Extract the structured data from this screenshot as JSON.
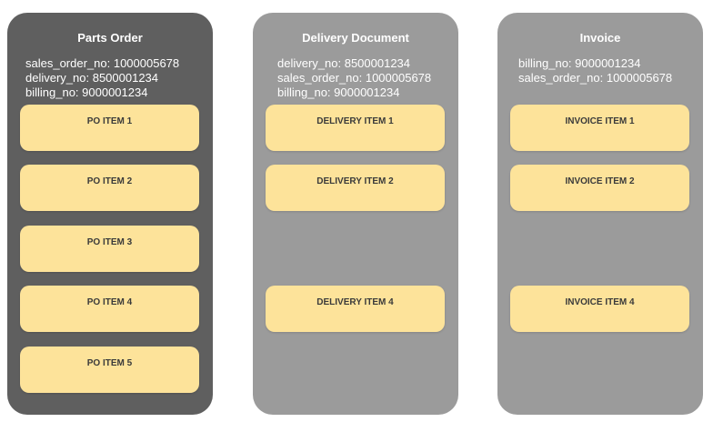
{
  "panels": [
    {
      "title": "Parts Order",
      "meta": [
        "sales_order_no: 1000005678",
        "delivery_no: 8500001234",
        "billing_no: 9000001234"
      ],
      "items": [
        "PO ITEM 1",
        "PO ITEM 2",
        "PO ITEM 3",
        "PO ITEM 4",
        "PO ITEM 5"
      ]
    },
    {
      "title": "Delivery Document",
      "meta": [
        "delivery_no: 8500001234",
        "sales_order_no: 1000005678",
        "billing_no: 9000001234"
      ],
      "items": [
        "DELIVERY ITEM 1",
        "DELIVERY ITEM 2",
        "DELIVERY ITEM 4"
      ]
    },
    {
      "title": "Invoice",
      "meta": [
        "billing_no: 9000001234",
        "sales_order_no: 1000005678"
      ],
      "items": [
        "INVOICE ITEM 1",
        "INVOICE ITEM 2",
        "INVOICE ITEM 4"
      ]
    }
  ],
  "colors": {
    "parts_order_panel": "#5f5f5f",
    "other_panels": "#9b9b9b",
    "item_box": "#fde39a"
  }
}
